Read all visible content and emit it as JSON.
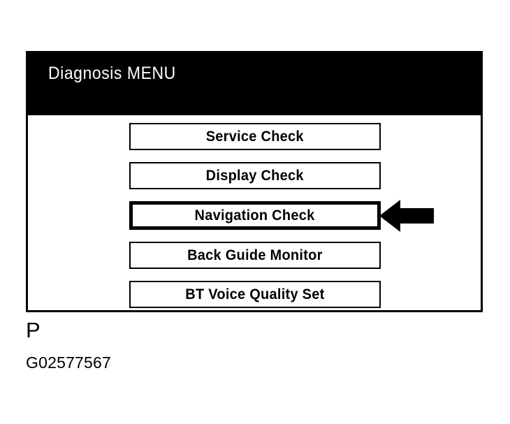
{
  "colors": {
    "background": "#ffffff",
    "panel_border": "#000000",
    "title_bar_bg": "#000000",
    "title_text": "#ffffff",
    "button_bg": "#ffffff",
    "button_border": "#000000",
    "button_text": "#000000",
    "arrow": "#000000",
    "caption_text": "#000000"
  },
  "screen": {
    "title": "Diagnosis MENU",
    "menu_items": [
      {
        "label": "Service Check",
        "selected": false
      },
      {
        "label": "Display Check",
        "selected": false
      },
      {
        "label": "Navigation Check",
        "selected": true
      },
      {
        "label": "Back Guide Monitor",
        "selected": false
      },
      {
        "label": "BT Voice Quality Set",
        "selected": false
      }
    ],
    "pointer": {
      "icon": "arrow-left-icon",
      "points_to": "Navigation Check"
    }
  },
  "captions": {
    "page_marker": "P",
    "figure_code": "G02577567"
  }
}
